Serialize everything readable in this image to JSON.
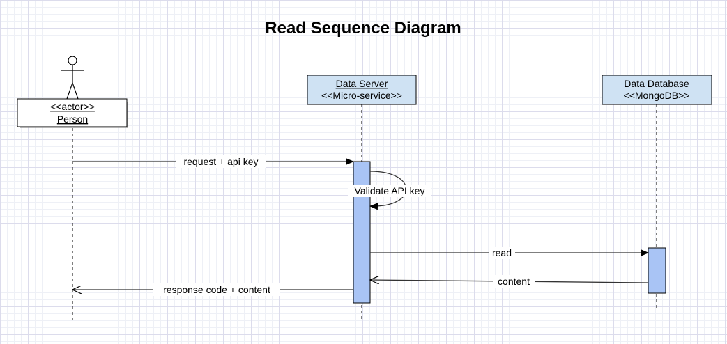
{
  "title": "Read Sequence Diagram",
  "participants": {
    "person": {
      "stereotype": "<<actor>>",
      "name": "Person"
    },
    "server": {
      "name": "Data Server",
      "stereotype": "<<Micro-service>>"
    },
    "database": {
      "name": "Data Database",
      "stereotype": "<<MongoDB>>"
    }
  },
  "messages": {
    "request": "request + api key",
    "validate": "Validate API key",
    "read": "read",
    "content": "content",
    "response": "response code + content"
  },
  "colors": {
    "participant_fill": "#cfe2f3",
    "activation_fill": "#a9c4f5",
    "actor_box_fill": "#ffffff"
  }
}
